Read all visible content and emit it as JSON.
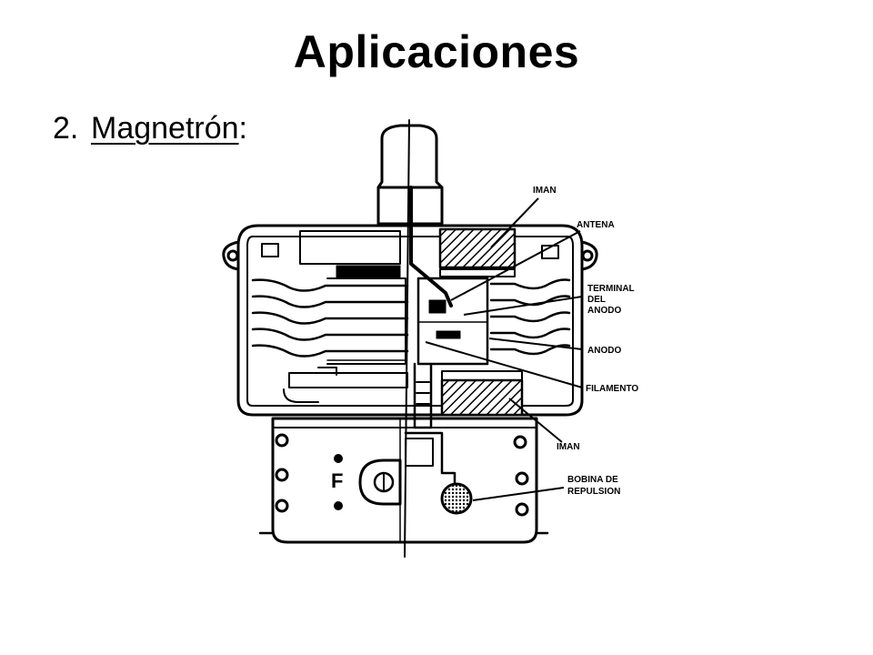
{
  "slide": {
    "title": "Aplicaciones",
    "item_number": "2.",
    "item_term": "Magnetrón",
    "item_suffix": ":"
  },
  "diagram": {
    "labels": {
      "iman_top": "IMAN",
      "antena": "ANTENA",
      "terminal_1": "TERMINAL",
      "terminal_2": "DEL",
      "terminal_3": "ANODO",
      "anodo": "ANODO",
      "filamento": "FILAMENTO",
      "iman_bottom": "IMAN",
      "bobina_1": "BOBINA DE",
      "bobina_2": "REPULSION",
      "plate_mark": "F"
    },
    "colors": {
      "line": "#000000",
      "background": "#ffffff"
    }
  }
}
